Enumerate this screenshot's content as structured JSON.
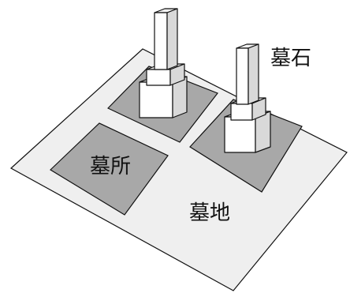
{
  "labels": {
    "gravestone": "墓石",
    "burial_plot": "墓所",
    "cemetery": "墓地"
  },
  "colors": {
    "ground": "#efefef",
    "plot": "#a8a8a8",
    "stone_front": "#ffffff",
    "stone_side": "#d9d9d9",
    "stone_top": "#f2f2f2",
    "outline": "#111111"
  }
}
